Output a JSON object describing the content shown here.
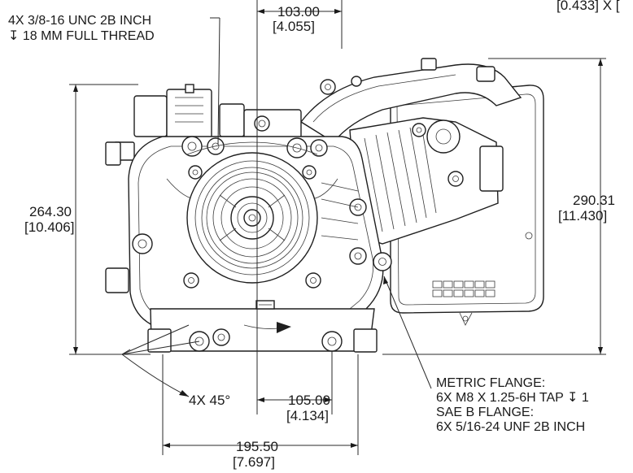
{
  "dimensions": {
    "top_width": {
      "mm": "103.00",
      "in": "[4.055]"
    },
    "height_left": {
      "mm": "264.30",
      "in": "[10.406]"
    },
    "height_right": {
      "mm": "290.31",
      "in": "[11.430]"
    },
    "mount_spacing": {
      "mm": "105.00",
      "in": "[4.134]"
    },
    "base_width": {
      "mm": "195.50",
      "in": "[7.697]"
    },
    "corner_partial": "[0.433] X [",
    "angle": "4X 45°"
  },
  "notes": {
    "thread_line1": "4X 3/8-16 UNC 2B INCH",
    "thread_line2": "↧ 18 MM FULL THREAD",
    "flange_line1": "METRIC FLANGE:",
    "flange_line2": "6X M8 X 1.25-6H TAP ↧ 1",
    "flange_line3": "SAE B FLANGE:",
    "flange_line4": "6X 5/16-24 UNF 2B INCH"
  },
  "colors": {
    "line": "#1f1f1f",
    "background": "#ffffff"
  }
}
